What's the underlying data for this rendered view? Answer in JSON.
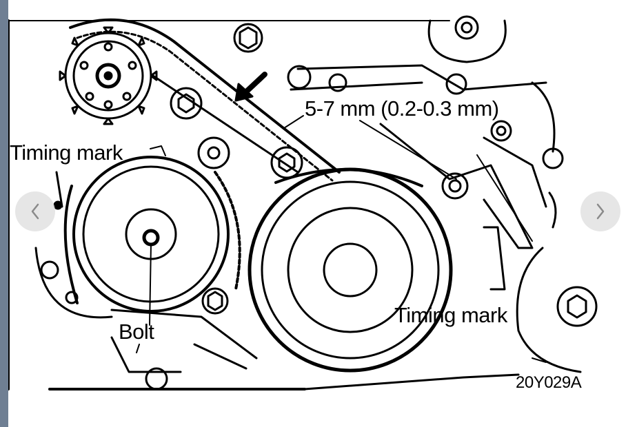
{
  "diagram": {
    "labels": {
      "belt_deflection": "5-7 mm (0.2-0.3 mm)",
      "timing_mark_upper": "Timing mark",
      "timing_mark_lower": "Timing mark",
      "bolt": "Bolt",
      "figure_code": "20Y029A"
    }
  },
  "carousel": {
    "prev_icon": "chevron-left-icon",
    "next_icon": "chevron-right-icon",
    "button_color": "#e1e1e1",
    "chevron_color": "#8a8a8a"
  },
  "frame": {
    "left_edge_color": "#6f7f93"
  }
}
